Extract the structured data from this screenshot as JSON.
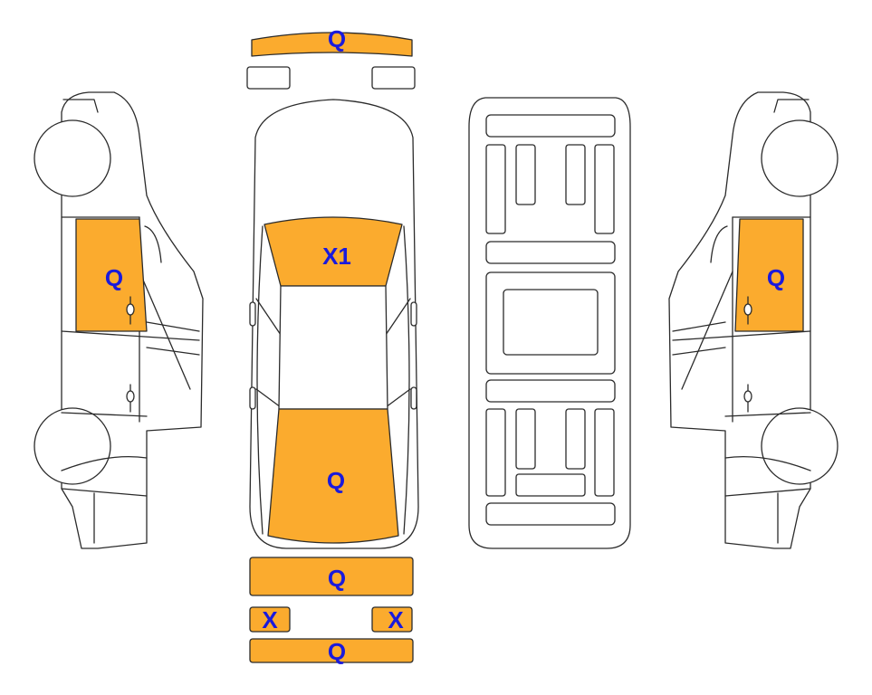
{
  "colors": {
    "marked_panel": "#fbab2e",
    "label": "#1a1adc",
    "outline": "#2b2b2b"
  },
  "labels": {
    "front_bumper_strip": "Q",
    "windshield": "X1",
    "roof_rear": "Q",
    "rear_panel": "Q",
    "left_tail_light": "X",
    "right_tail_light": "X",
    "rear_bumper_strip": "Q",
    "left_front_door": "Q",
    "right_front_door": "Q"
  }
}
